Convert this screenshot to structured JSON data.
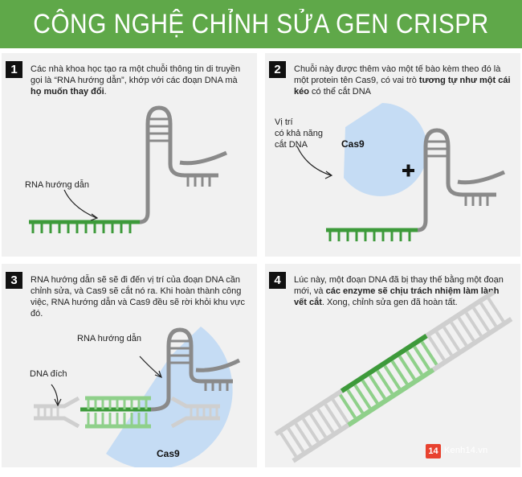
{
  "title": "CÔNG NGHỆ CHỈNH SỬA GEN CRISPR",
  "colors": {
    "header_green": "#5fa849",
    "rna_green": "#3d9a3a",
    "light_green": "#8fd08a",
    "rna_gray": "#8a8a8a",
    "dna_light": "#cfcfcf",
    "cas9_blue": "#c5dcf4",
    "panel_bg": "#f1f1f1"
  },
  "panels": [
    {
      "number": "1",
      "text_before": "Các nhà khoa học tạo ra một chuỗi thông tin di truyền gọi là “RNA hướng dẫn”, khớp với các đoạn DNA mà ",
      "text_bold": "họ muốn thay đổi",
      "text_after": ".",
      "label_rna": "RNA hướng dẫn"
    },
    {
      "number": "2",
      "text_before": "Chuỗi này được thêm vào một tế bào kèm theo đó là một protein tên Cas9, có vai trò ",
      "text_bold": "tương tự như một cái kéo",
      "text_after": " có thể cắt DNA",
      "label_site_1": "Vị trí",
      "label_site_2": "có khả năng",
      "label_site_3": "cắt DNA",
      "label_cas9": "Cas9",
      "plus": "+"
    },
    {
      "number": "3",
      "text_before": "RNA hướng dẫn sẽ sẽ đi đến vị trí của đoạn DNA cần chỉnh sửa, và Cas9 sẽ cắt nó ra. Khi hoàn thành công việc, RNA hướng dẫn và Cas9 đều sẽ rời khỏi khu vực đó.",
      "text_bold": "",
      "text_after": "",
      "label_rna": "RNA hướng dẫn",
      "label_dna": "DNA đích",
      "label_cas9": "Cas9"
    },
    {
      "number": "4",
      "text_before": "Lúc này, một đoạn DNA đã bị thay thế bằng một đoạn mới, và ",
      "text_bold": "các enzyme sẽ chịu trách nhiệm làm lành vết cắt",
      "text_after": ". Xong, chỉnh sửa gen đã hoàn tất."
    }
  ],
  "logo": {
    "badge": "14",
    "text": "Kenh14.vn"
  }
}
